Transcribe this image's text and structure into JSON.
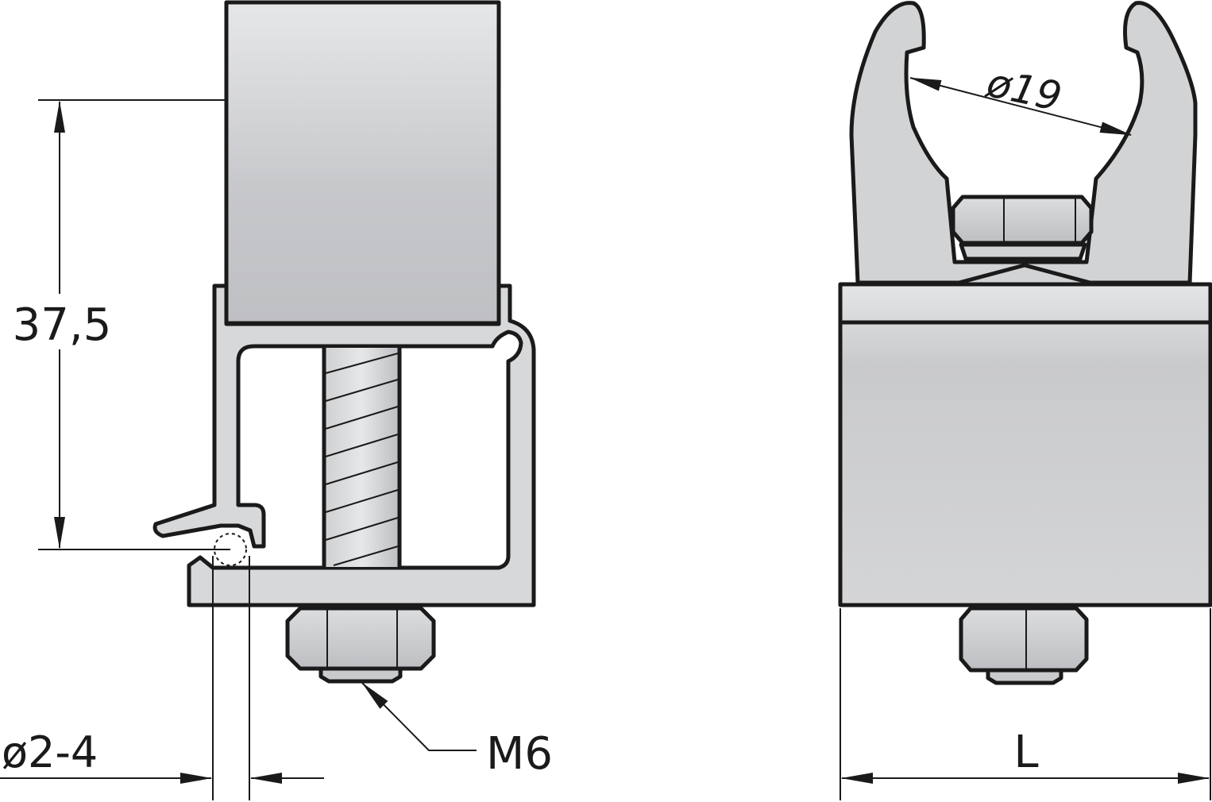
{
  "dimensions": {
    "height": "37,5",
    "cable_diameter": "ø2-4",
    "thread": "M6",
    "tube_diameter": "ø19",
    "length": "L"
  },
  "colors": {
    "line": "#1a1a1a",
    "metal_light": "#e4e5e7",
    "metal_mid": "#c9cacc",
    "metal_dark": "#b8b9bc",
    "background": "#ffffff"
  }
}
